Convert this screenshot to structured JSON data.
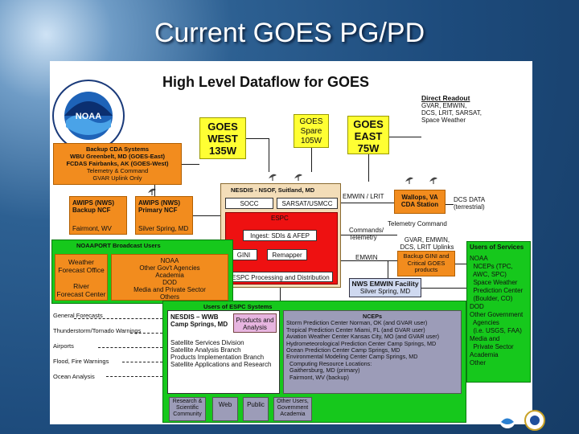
{
  "slide_title": "Current GOES PG/PD",
  "diagram_title": "High Level Dataflow for GOES",
  "logo": {
    "text": "NATIONAL OCEANIC AND ATMOSPHERIC ADMINISTRATION · U.S. DEPARTMENT OF COMMERCE",
    "center": "NOAA"
  },
  "satellites": {
    "west": [
      "GOES",
      "WEST",
      "135W"
    ],
    "spare": [
      "GOES",
      "Spare",
      "105W"
    ],
    "east": [
      "GOES",
      "EAST",
      "75W"
    ]
  },
  "direct_readout": {
    "title": "Direct Readout",
    "lines": [
      "GVAR, EMWIN,",
      "DCS, LRIT, SARSAT,",
      "Space Weather"
    ]
  },
  "backup_cda": {
    "title": "Backup CDA Systems",
    "lines": [
      "WBU Greenbelt, MD (GOES-East)",
      "FCDAS Fairbanks, AK (GOES-West)",
      "Telemetry & Command",
      "GVAR Uplink Only"
    ]
  },
  "awips_backup": {
    "lines": [
      "AWIPS (NWS)",
      "Backup NCF"
    ],
    "location": "Fairmont, WV"
  },
  "awips_primary": {
    "lines": [
      "AWIPS (NWS)",
      "Primary NCF"
    ],
    "location": "Silver Spring, MD"
  },
  "nsof": {
    "title": "NESDIS - NSOF, Suitland, MD",
    "socc": "SOCC",
    "sarsat": "SARSAT/USMCC",
    "espc": "ESPC",
    "ingest": "Ingest: SDIs & AFEP",
    "gini": "GINI",
    "remapper": "Remapper",
    "processing": "ESPC Processing and Distribution"
  },
  "emwin_lrit": "EMWIN / LRIT",
  "wallops": {
    "lines": [
      "Wallops, VA",
      "CDA Station"
    ]
  },
  "dcs_data": {
    "lines": [
      "DCS DATA",
      "(terrestrial)"
    ]
  },
  "telemetry_command": "Telemetry Command",
  "commands_telemetry": [
    "Commands/",
    "Telemetry"
  ],
  "gvar_emwin": [
    "GVAR, EMWIN,",
    "DCS, LRIT Uplinks"
  ],
  "emwin_label": "EMWIN",
  "backup_gini": [
    "Backup GINI and",
    "Critical GOES",
    "products"
  ],
  "nws_emwin": {
    "title": "NWS EMWIN Facility",
    "location": "Silver Spring, MD"
  },
  "noaaport": {
    "title": "NOAAPORT Broadcast Users",
    "weather_office": [
      "Weather",
      "Forecast Office"
    ],
    "river_center": [
      "River",
      "Forecast Center"
    ],
    "noaa_other": [
      "NOAA",
      "Other Gov't Agencies",
      "Academia",
      "DOD",
      "Media and Private Sector",
      "Others"
    ]
  },
  "users_of_services": {
    "title": "Users of Services",
    "lines": [
      "NOAA",
      "  NCEPs (TPC,",
      "  AWC, SPC)",
      "  Space Weather",
      "  Prediction Center",
      "  (Boulder, CO)",
      "DOD",
      "Other Government",
      "  Agencies",
      "  (i.e. USGS, FAA)",
      "Media and",
      "  Private Sector",
      "Academia",
      "Other"
    ]
  },
  "forecasts": [
    "General Forecasts",
    "Thunderstorm/Tornado Warnings",
    "Airports",
    "Flood, Fire Warnings",
    "Ocean Analysis"
  ],
  "espc_users": {
    "title": "Users of ESPC Systems",
    "nesdis_wwb": {
      "title": [
        "NESDIS – WWB",
        "Camp Springs, MD"
      ],
      "lines": [
        "Satellite Services Division",
        "Satellite Analysis Branch",
        "Products Implementation Branch",
        "Satellite Applications and Research"
      ]
    },
    "products_analysis": [
      "Products and",
      "Analysis"
    ],
    "ncep": {
      "title": "NCEPs",
      "lines": [
        "Storm Prediction Center Norman, OK (and GVAR user)",
        "Tropical Prediction Center Miami, FL (and GVAR user)",
        "Aviation Weather Center Kansas City, MO (and GVAR user)",
        "Hydrometeorological Prediction Center Camp Springs, MD",
        "Ocean Prediction Center Camp Springs, MD",
        "Environmental Modeling Center Camp Springs, MD",
        "  Computing Resource Locations:",
        "  Gaithersburg, MD (primary)",
        "  Fairmont, WV (backup)"
      ]
    },
    "research": [
      "Research &",
      "Scientific",
      "Community"
    ],
    "web": "Web",
    "public": "Public",
    "other_users": [
      "Other Users,",
      "Government",
      "Academia"
    ]
  },
  "colors": {
    "yellow": "#ffff33",
    "orange": "#f28c1e",
    "green": "#16c81c",
    "red": "#ee1111"
  }
}
